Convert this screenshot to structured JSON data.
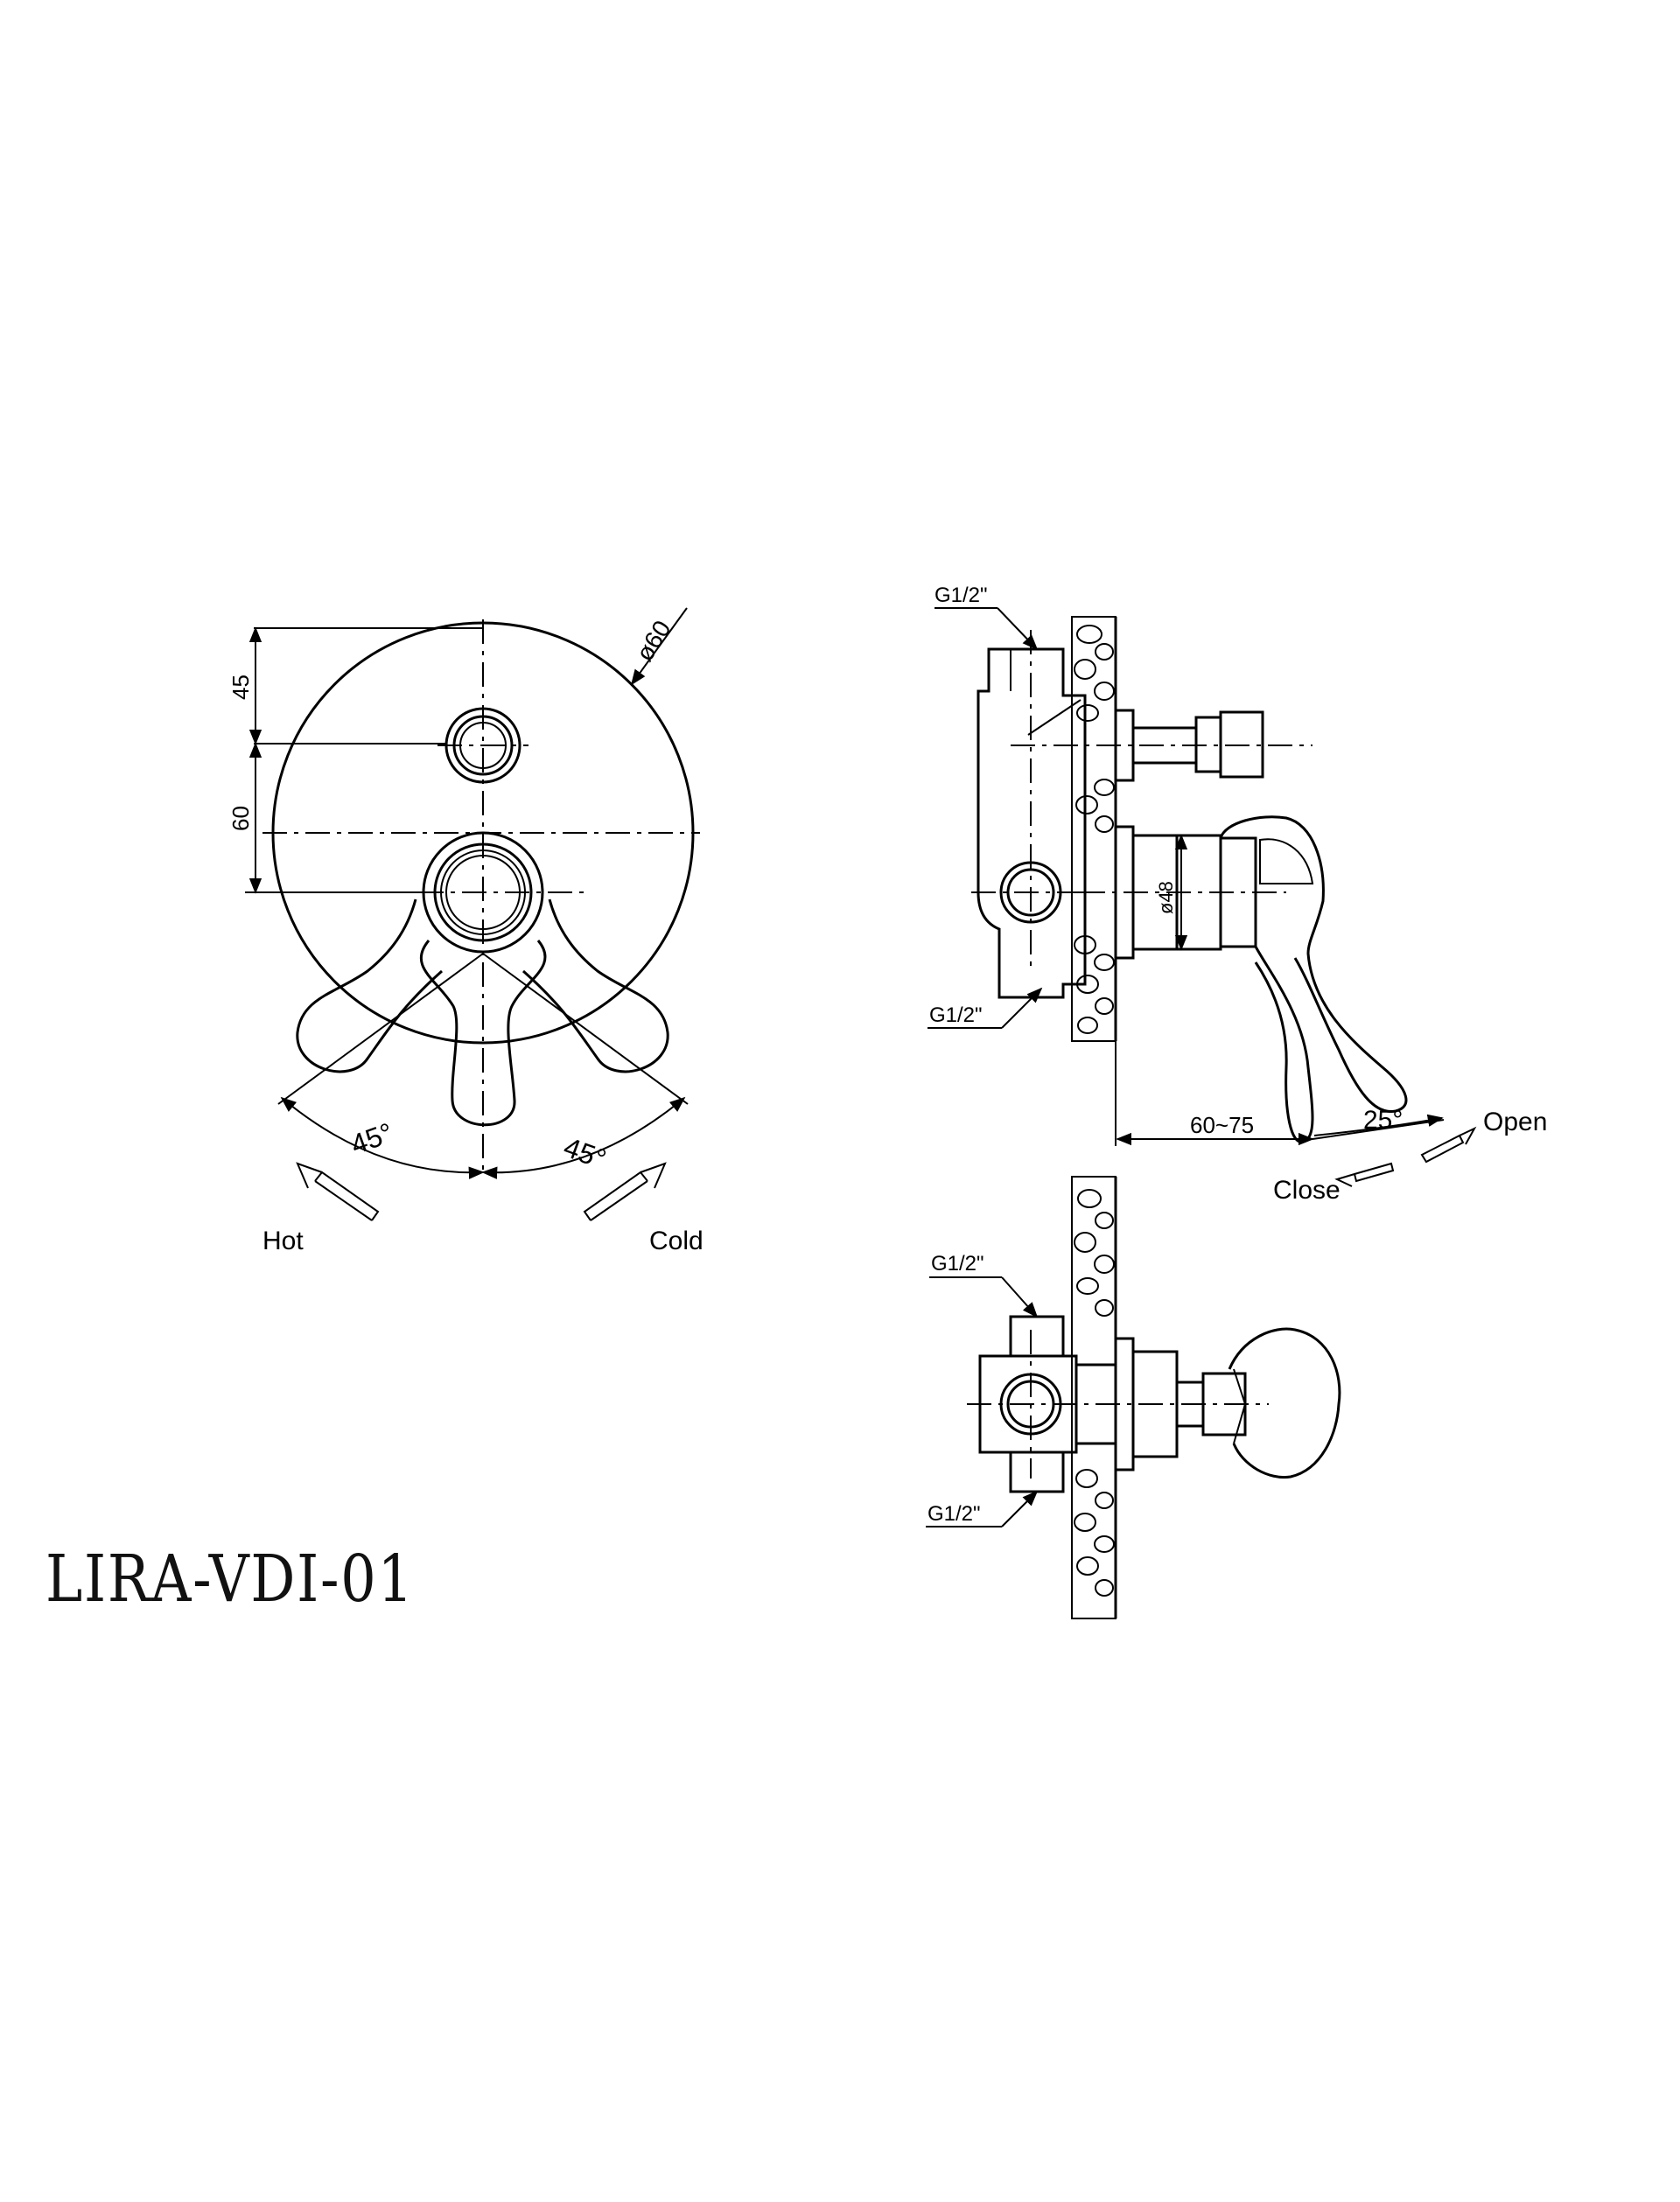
{
  "model_code": "LIRA-VDI-01",
  "front_view": {
    "dim_plate_diameter": "ø60",
    "dim_upper": "45",
    "dim_lower": "60",
    "angle_left": "45°",
    "angle_right": "45°",
    "label_hot": "Hot",
    "label_cold": "Cold"
  },
  "side_view": {
    "thread_top": "G1/2\"",
    "thread_bottom": "G1/2\"",
    "dim_body_diameter": "ø48",
    "dim_projection": "60~75",
    "angle_swing": "25°",
    "label_open": "Open",
    "label_close": "Close"
  },
  "top_view": {
    "thread_top": "G1/2\"",
    "thread_bottom": "G1/2\""
  }
}
